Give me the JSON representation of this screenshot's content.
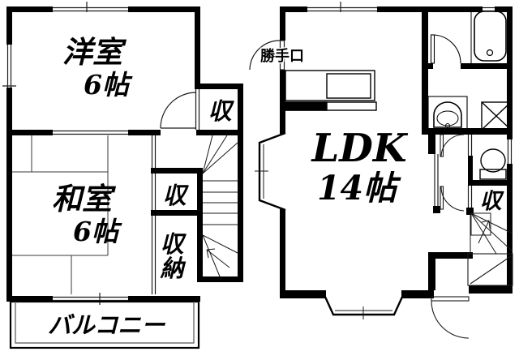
{
  "colors": {
    "wall": "#000000",
    "background": "#ffffff",
    "line": "#1a1a1a",
    "tatami_line": "#3a3a3a"
  },
  "floor2": {
    "yoshitsu": {
      "name": "洋室",
      "size": "6帖"
    },
    "washitsu": {
      "name": "和室",
      "size": "6帖"
    },
    "closet_top": {
      "label": "収"
    },
    "closet_mid": {
      "label": "収"
    },
    "storage": {
      "char1": "収",
      "char2": "納"
    },
    "balcony": {
      "label": "バルコニー"
    }
  },
  "floor1": {
    "ldk": {
      "name": "LDK",
      "size": "14帖"
    },
    "back_door": {
      "label": "勝手口"
    },
    "closet": {
      "label": "収"
    }
  }
}
